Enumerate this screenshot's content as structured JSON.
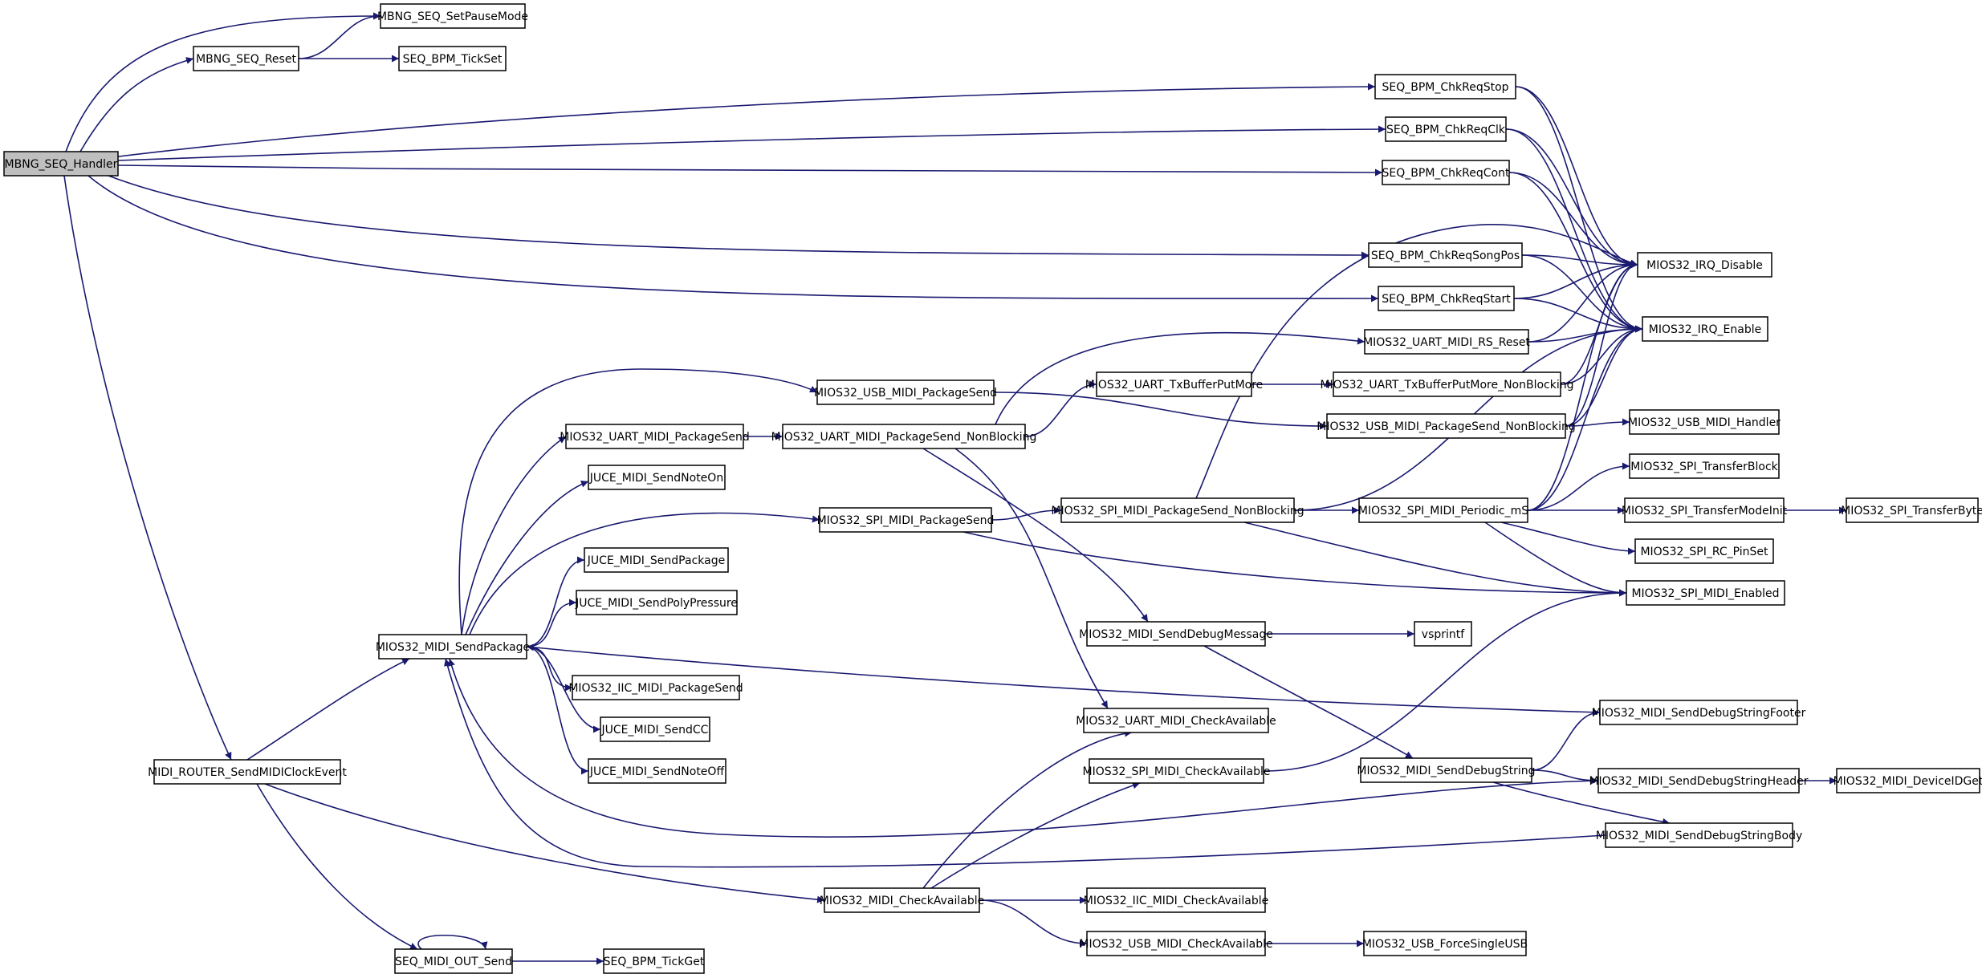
{
  "colors": {
    "edge": "#191970",
    "node_fill": "#ffffff",
    "root_fill": "#bfbfbf",
    "border": "#000000",
    "background": "#ffffff"
  },
  "nodes": [
    {
      "id": "handler",
      "label": "MBNG_SEQ_Handler",
      "root": true
    },
    {
      "id": "setpause",
      "label": "MBNG_SEQ_SetPauseMode"
    },
    {
      "id": "reset",
      "label": "MBNG_SEQ_Reset"
    },
    {
      "id": "tickset",
      "label": "SEQ_BPM_TickSet"
    },
    {
      "id": "stop",
      "label": "SEQ_BPM_ChkReqStop"
    },
    {
      "id": "clk",
      "label": "SEQ_BPM_ChkReqClk"
    },
    {
      "id": "cont",
      "label": "SEQ_BPM_ChkReqCont"
    },
    {
      "id": "songpos",
      "label": "SEQ_BPM_ChkReqSongPos"
    },
    {
      "id": "start",
      "label": "SEQ_BPM_ChkReqStart"
    },
    {
      "id": "irqdis",
      "label": "MIOS32_IRQ_Disable"
    },
    {
      "id": "irqen",
      "label": "MIOS32_IRQ_Enable"
    },
    {
      "id": "rsreset",
      "label": "MIOS32_UART_MIDI_RS_Reset"
    },
    {
      "id": "txmore",
      "label": "MIOS32_UART_TxBufferPutMore"
    },
    {
      "id": "txmorenb",
      "label": "MIOS32_UART_TxBufferPutMore_NonBlocking"
    },
    {
      "id": "usbsend",
      "label": "MIOS32_USB_MIDI_PackageSend"
    },
    {
      "id": "usbsendnb",
      "label": "MIOS32_USB_MIDI_PackageSend_NonBlocking"
    },
    {
      "id": "usbhandler",
      "label": "MIOS32_USB_MIDI_Handler"
    },
    {
      "id": "uartsend",
      "label": "MIOS32_UART_MIDI_PackageSend"
    },
    {
      "id": "uartsendnb",
      "label": "MIOS32_UART_MIDI_PackageSend_NonBlocking"
    },
    {
      "id": "jnoteon",
      "label": "JUCE_MIDI_SendNoteOn"
    },
    {
      "id": "spisend",
      "label": "MIOS32_SPI_MIDI_PackageSend"
    },
    {
      "id": "spisendnb",
      "label": "MIOS32_SPI_MIDI_PackageSend_NonBlocking"
    },
    {
      "id": "spiperiodic",
      "label": "MIOS32_SPI_MIDI_Periodic_mS"
    },
    {
      "id": "xferblock",
      "label": "MIOS32_SPI_TransferBlock"
    },
    {
      "id": "xfermode",
      "label": "MIOS32_SPI_TransferModeInit"
    },
    {
      "id": "xferbyte",
      "label": "MIOS32_SPI_TransferByte"
    },
    {
      "id": "rcpin",
      "label": "MIOS32_SPI_RC_PinSet"
    },
    {
      "id": "spienabled",
      "label": "MIOS32_SPI_MIDI_Enabled"
    },
    {
      "id": "jpackage",
      "label": "JUCE_MIDI_SendPackage"
    },
    {
      "id": "jpoly",
      "label": "JUCE_MIDI_SendPolyPressure"
    },
    {
      "id": "sendpkg",
      "label": "MIOS32_MIDI_SendPackage"
    },
    {
      "id": "debugmsg",
      "label": "MIOS32_MIDI_SendDebugMessage"
    },
    {
      "id": "vsprintf",
      "label": "vsprintf"
    },
    {
      "id": "iicsend",
      "label": "MIOS32_IIC_MIDI_PackageSend"
    },
    {
      "id": "jcc",
      "label": "JUCE_MIDI_SendCC"
    },
    {
      "id": "jnoteoff",
      "label": "JUCE_MIDI_SendNoteOff"
    },
    {
      "id": "footer",
      "label": "MIOS32_MIDI_SendDebugStringFooter"
    },
    {
      "id": "uartavail",
      "label": "MIOS32_UART_MIDI_CheckAvailable"
    },
    {
      "id": "router",
      "label": "MIDI_ROUTER_SendMIDIClockEvent"
    },
    {
      "id": "spiavail",
      "label": "MIOS32_SPI_MIDI_CheckAvailable"
    },
    {
      "id": "debugstr",
      "label": "MIOS32_MIDI_SendDebugString"
    },
    {
      "id": "header",
      "label": "MIOS32_MIDI_SendDebugStringHeader"
    },
    {
      "id": "devid",
      "label": "MIOS32_MIDI_DeviceIDGet"
    },
    {
      "id": "body",
      "label": "MIOS32_MIDI_SendDebugStringBody"
    },
    {
      "id": "midiavail",
      "label": "MIOS32_MIDI_CheckAvailable"
    },
    {
      "id": "iicavail",
      "label": "MIOS32_IIC_MIDI_CheckAvailable"
    },
    {
      "id": "usbavail",
      "label": "MIOS32_USB_MIDI_CheckAvailable"
    },
    {
      "id": "forceusb",
      "label": "MIOS32_USB_ForceSingleUSB"
    },
    {
      "id": "outsend",
      "label": "SEQ_MIDI_OUT_Send"
    },
    {
      "id": "tickget",
      "label": "SEQ_BPM_TickGet"
    }
  ],
  "edges": [
    [
      "handler",
      "setpause"
    ],
    [
      "handler",
      "reset"
    ],
    [
      "reset",
      "setpause"
    ],
    [
      "reset",
      "tickset"
    ],
    [
      "handler",
      "stop"
    ],
    [
      "handler",
      "clk"
    ],
    [
      "handler",
      "cont"
    ],
    [
      "handler",
      "songpos"
    ],
    [
      "handler",
      "start"
    ],
    [
      "handler",
      "router"
    ],
    [
      "stop",
      "irqdis"
    ],
    [
      "stop",
      "irqen"
    ],
    [
      "clk",
      "irqdis"
    ],
    [
      "clk",
      "irqen"
    ],
    [
      "cont",
      "irqdis"
    ],
    [
      "cont",
      "irqen"
    ],
    [
      "songpos",
      "irqdis"
    ],
    [
      "songpos",
      "irqen"
    ],
    [
      "start",
      "irqdis"
    ],
    [
      "start",
      "irqen"
    ],
    [
      "rsreset",
      "irqdis"
    ],
    [
      "rsreset",
      "irqen"
    ],
    [
      "txmorenb",
      "irqdis"
    ],
    [
      "txmorenb",
      "irqen"
    ],
    [
      "usbsendnb",
      "irqdis"
    ],
    [
      "usbsendnb",
      "irqen"
    ],
    [
      "usbsendnb",
      "usbhandler"
    ],
    [
      "txmore",
      "txmorenb"
    ],
    [
      "usbsend",
      "usbsendnb"
    ],
    [
      "uartsend",
      "uartsendnb"
    ],
    [
      "uartsendnb",
      "rsreset"
    ],
    [
      "uartsendnb",
      "txmore"
    ],
    [
      "uartsendnb",
      "debugmsg"
    ],
    [
      "uartsendnb",
      "uartavail"
    ],
    [
      "spisend",
      "spisendnb"
    ],
    [
      "spisend",
      "spienabled"
    ],
    [
      "spisendnb",
      "irqdis"
    ],
    [
      "spisendnb",
      "irqen"
    ],
    [
      "spisendnb",
      "spiperiodic"
    ],
    [
      "spisendnb",
      "spienabled"
    ],
    [
      "spiperiodic",
      "irqdis"
    ],
    [
      "spiperiodic",
      "irqen"
    ],
    [
      "spiperiodic",
      "xferblock"
    ],
    [
      "spiperiodic",
      "xfermode"
    ],
    [
      "spiperiodic",
      "rcpin"
    ],
    [
      "spiperiodic",
      "spienabled"
    ],
    [
      "xfermode",
      "xferbyte"
    ],
    [
      "sendpkg",
      "usbsend"
    ],
    [
      "sendpkg",
      "uartsend"
    ],
    [
      "sendpkg",
      "jnoteon"
    ],
    [
      "sendpkg",
      "spisend"
    ],
    [
      "sendpkg",
      "jpackage"
    ],
    [
      "sendpkg",
      "jpoly"
    ],
    [
      "sendpkg",
      "iicsend"
    ],
    [
      "sendpkg",
      "jcc"
    ],
    [
      "sendpkg",
      "jnoteoff"
    ],
    [
      "debugmsg",
      "vsprintf"
    ],
    [
      "debugmsg",
      "debugstr"
    ],
    [
      "debugstr",
      "footer"
    ],
    [
      "debugstr",
      "header"
    ],
    [
      "debugstr",
      "body"
    ],
    [
      "footer",
      "sendpkg"
    ],
    [
      "header",
      "sendpkg"
    ],
    [
      "body",
      "sendpkg"
    ],
    [
      "header",
      "devid"
    ],
    [
      "router",
      "sendpkg"
    ],
    [
      "router",
      "midiavail"
    ],
    [
      "router",
      "outsend"
    ],
    [
      "spiavail",
      "spienabled"
    ],
    [
      "midiavail",
      "uartavail"
    ],
    [
      "midiavail",
      "spiavail"
    ],
    [
      "midiavail",
      "iicavail"
    ],
    [
      "midiavail",
      "usbavail"
    ],
    [
      "usbavail",
      "forceusb"
    ],
    [
      "outsend",
      "outsend"
    ],
    [
      "outsend",
      "tickget"
    ]
  ]
}
